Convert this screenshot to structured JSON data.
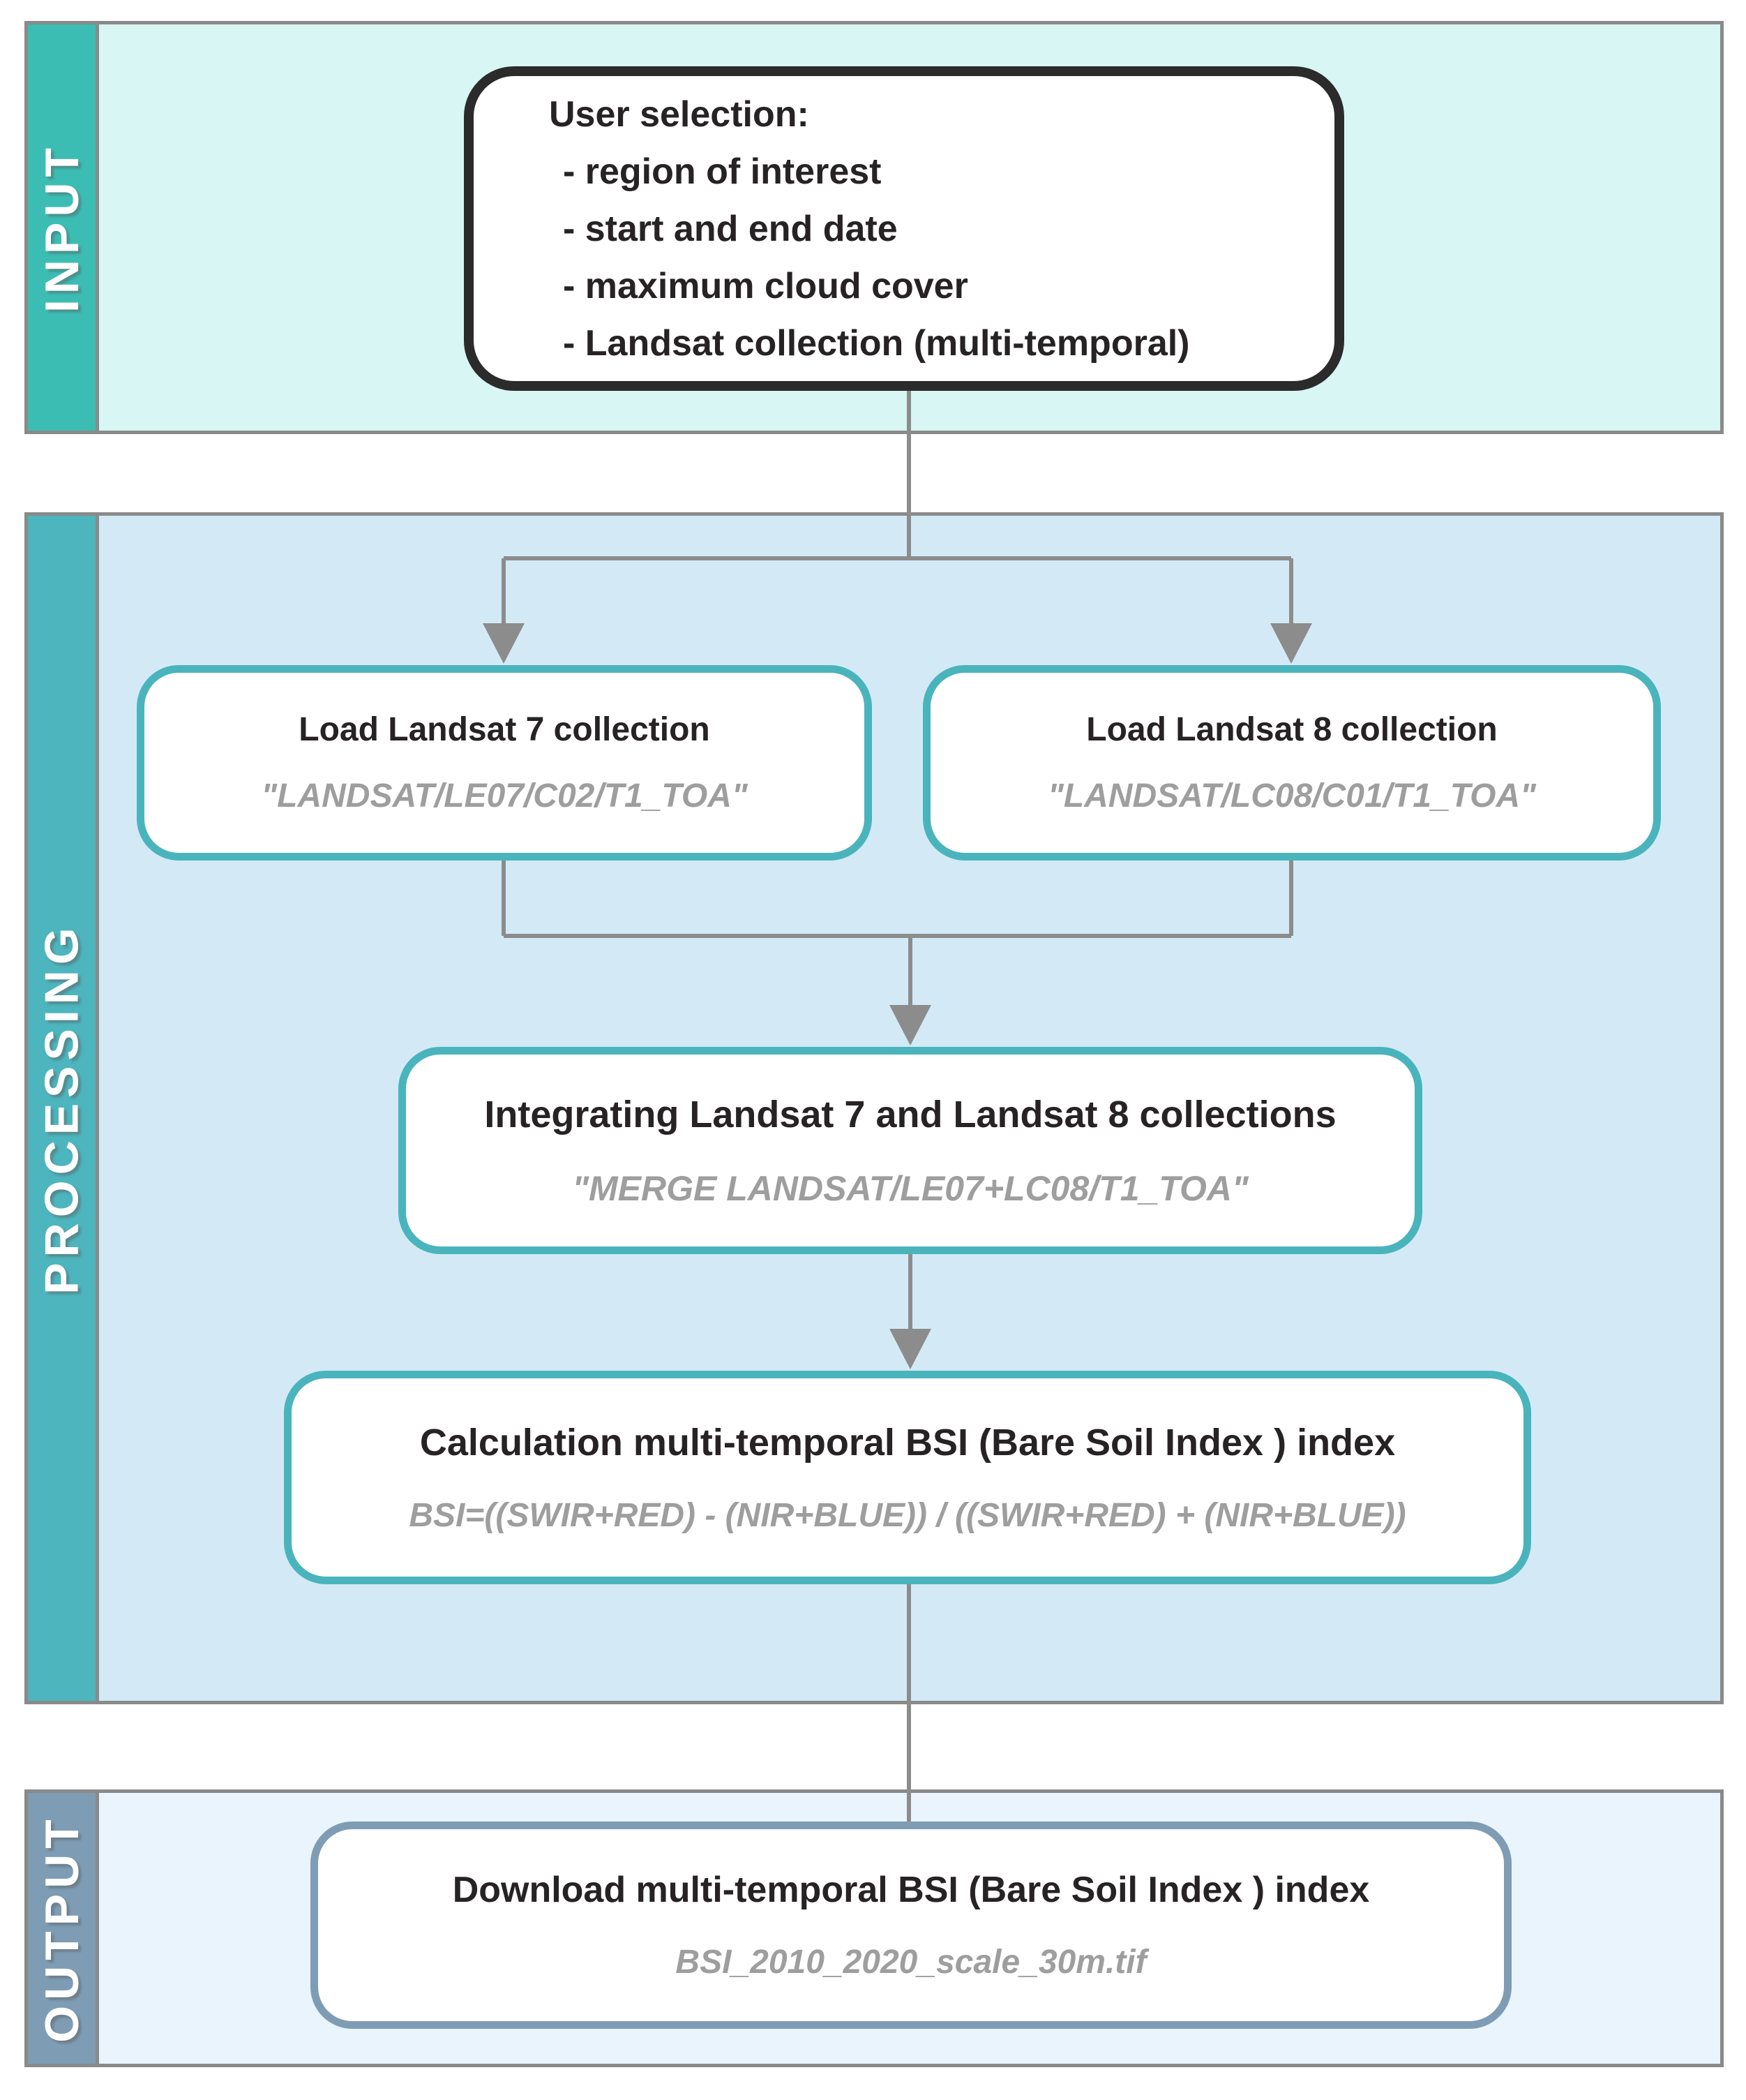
{
  "sections": {
    "input": {
      "label": "INPUT"
    },
    "processing": {
      "label": "PROCESSING"
    },
    "output": {
      "label": "OUTPUT"
    }
  },
  "input_box": {
    "title": "User selection:",
    "items": [
      "- region of interest",
      "- start and end date",
      "- maximum cloud cover",
      "- Landsat collection (multi-temporal)"
    ]
  },
  "boxes": {
    "landsat7": {
      "title": "Load Landsat 7 collection",
      "code": "\"LANDSAT/LE07/C02/T1_TOA\""
    },
    "landsat8": {
      "title": "Load Landsat 8 collection",
      "code": "\"LANDSAT/LC08/C01/T1_TOA\""
    },
    "integrate": {
      "title": "Integrating Landsat 7 and Landsat 8 collections",
      "code": "\"MERGE LANDSAT/LE07+LC08/T1_TOA\""
    },
    "calculate": {
      "title": "Calculation multi-temporal BSI (Bare Soil Index ) index",
      "code": "BSI=((SWIR+RED) - (NIR+BLUE)) / ((SWIR+RED) + (NIR+BLUE))"
    },
    "download": {
      "title": "Download multi-temporal BSI (Bare Soil Index ) index",
      "code": "BSI_2010_2020_scale_30m.tif"
    }
  },
  "colors": {
    "section-border": "#8a8a8a",
    "input-sidebar": "#3cbdb4",
    "input-bg": "#d8f6f3",
    "proc-sidebar": "#4db5bd",
    "proc-bg": "#d3eaf6",
    "output-sidebar": "#7e9db5",
    "output-bg": "#e9f4fc",
    "output-accent": "#7e9db5",
    "box-teal": "#4ab4bd",
    "userbox-border": "#2b2b2b",
    "connector": "#8c8c8c",
    "title-ink": "#272324",
    "code-gray": "#9e9e9e"
  }
}
